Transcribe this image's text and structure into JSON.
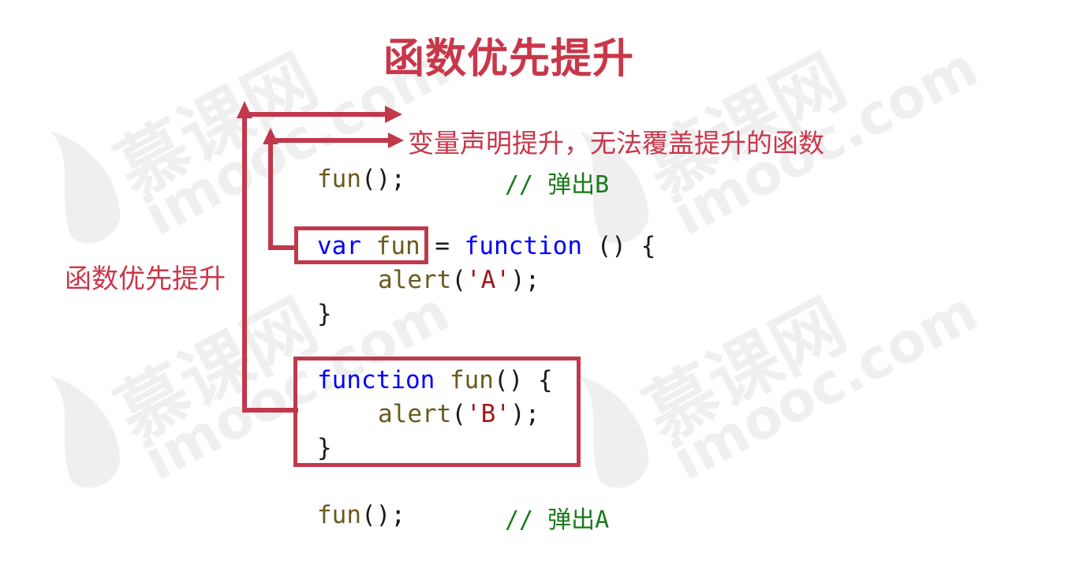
{
  "title": "函数优先提升",
  "side_label": "函数优先提升",
  "note_label": "变量声明提升，无法覆盖提升的函数",
  "code": {
    "call1": {
      "fn": "fun",
      "rest": "();",
      "comment": "// 弹出B"
    },
    "var_decl": {
      "kw": "var",
      "name": "fun",
      "eq": " = ",
      "kw2": "function",
      "rest": " () {",
      "body_fn": "alert",
      "body_open": "(",
      "body_str": "'A'",
      "body_close": ");",
      "end": "}"
    },
    "func_decl": {
      "kw": "function",
      "name": "fun",
      "rest": "() {",
      "body_fn": "alert",
      "body_open": "(",
      "body_str": "'B'",
      "body_close": ");",
      "end": "}"
    },
    "call2": {
      "fn": "fun",
      "rest": "();",
      "comment": "// 弹出A"
    }
  },
  "watermark": {
    "cn": "慕课网",
    "en": "imooc.com"
  },
  "colors": {
    "accent": "#c8374a",
    "keyword": "#0000ff",
    "function_name": "#6b5a1e",
    "string": "#a31515",
    "comment": "#1a7a1a"
  }
}
